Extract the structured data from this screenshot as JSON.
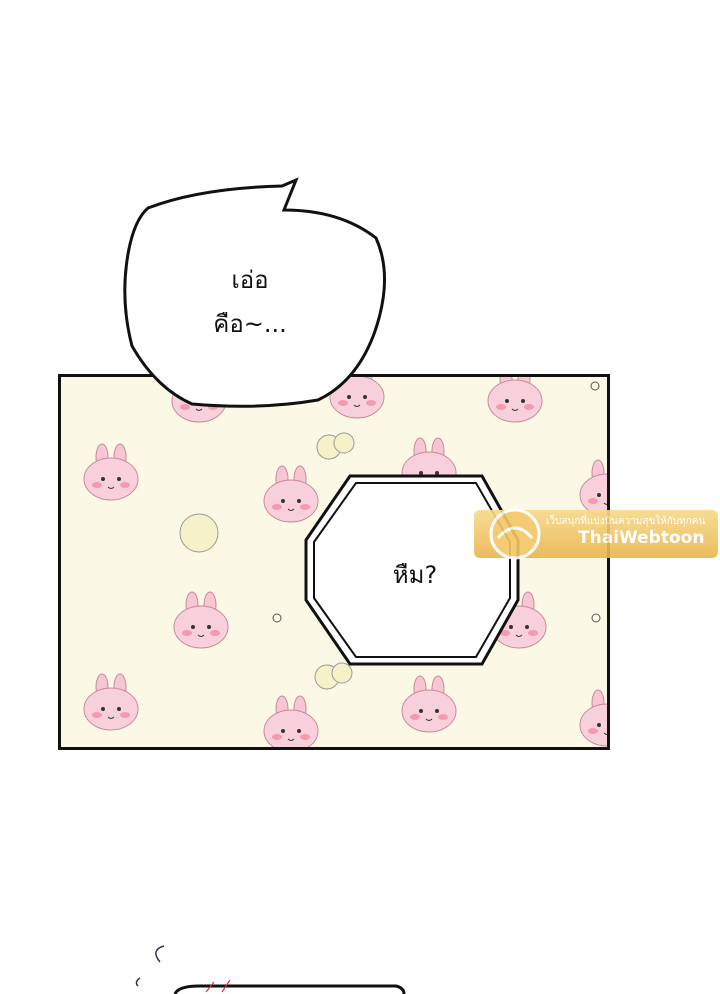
{
  "bubble_top": {
    "line1": "เอ่อ",
    "line2": "คือ~..."
  },
  "bubble_center": {
    "text": "หืม?"
  },
  "watermark": {
    "subtitle": "เว็บสนุกที่แบ่งปันความสุขให้กับทุกคน",
    "title": "ThaiWebtoon",
    "logo_icon": "thaiwebtoon-logo-icon"
  },
  "colors": {
    "panel_bg": "#fbf9e6",
    "bunny_pink": "#f6c6d3",
    "cheek": "#f39aae",
    "circle_fill": "#f6f1c9",
    "watermark": "#e9b54c"
  }
}
